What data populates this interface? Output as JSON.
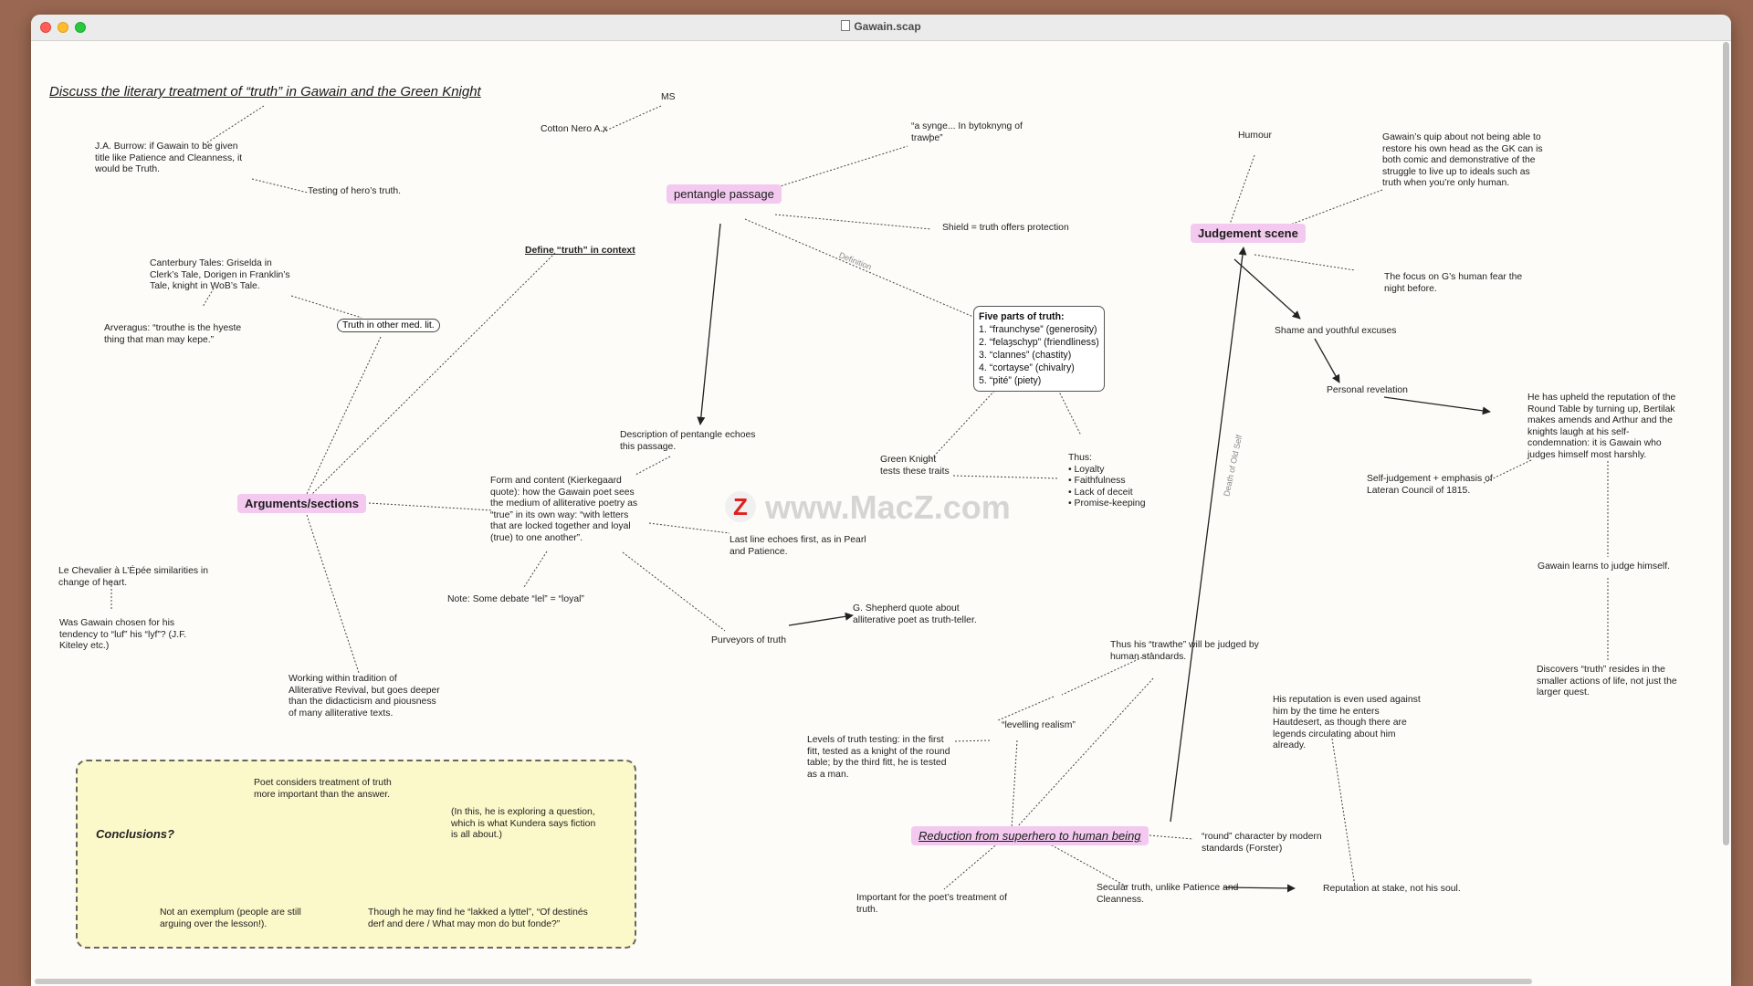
{
  "window": {
    "title": "Gawain.scap"
  },
  "question": "Discuss the literary treatment of “truth” in Gawain and the Green Knight",
  "hubs": {
    "pentangle": "pentangle passage",
    "judgement": "Judgement scene",
    "arguments": "Arguments/sections",
    "reduction": "Reduction from superhero to human being"
  },
  "define_truth": "Define “truth” in context",
  "truth_other": "Truth in other med. lit.",
  "definition_label": "Definition",
  "death_label": "Death of Old Self",
  "five_parts": {
    "title": "Five parts of truth:",
    "items": [
      "1. “fraunchyse” (generosity)",
      "2. “felaȝschyp” (friendliness)",
      "3. “clannes” (chastity)",
      "4. “cortayse” (chivalry)",
      "5. “pité” (piety)"
    ]
  },
  "nodes": {
    "ms": "MS",
    "cotton": "Cotton Nero A.x",
    "burrow": [
      "J.A. Burrow: if Gawain to be given",
      "title like Patience and Cleanness, it",
      "would be Truth."
    ],
    "testing": "Testing of hero’s truth.",
    "synge": [
      "“a synge... In bytoknyng of",
      "trawþe”"
    ],
    "shield": "Shield = truth offers protection",
    "canterbury": [
      "Canterbury Tales: Griselda in",
      "Clerk’s Tale, Dorigen in Franklin’s",
      "Tale, knight in WoB’s Tale."
    ],
    "arveragus": [
      "Arveragus: “trouthe is the hyeste",
      "thing that man may kepe.”"
    ],
    "description": [
      "Description of pentangle echoes",
      "this passage."
    ],
    "form_content": [
      "Form and content (Kierkegaard",
      "quote): how the Gawain poet sees",
      "the medium of alliterative poetry as",
      "“true” in its own way: “with letters",
      "that are locked together and loyal",
      "(true) to one another”."
    ],
    "last_line": [
      "Last line echoes first, as in Pearl",
      "and Patience."
    ],
    "debate": "Note: Some debate “lel” = “loyal”",
    "purveyors": "Purveyors of truth",
    "shepherd": [
      "G. Shepherd quote about",
      "alliterative poet as truth-teller."
    ],
    "chevalier": [
      "Le Chevalier à L’Épée similarities in",
      "change of heart."
    ],
    "gawain_chosen": [
      "Was Gawain chosen for his",
      "tendency to “luf” his “lyf”? (J.F.",
      "Kiteley etc.)"
    ],
    "working": [
      "Working within tradition of",
      "Alliterative Revival, but goes deeper",
      "than the didacticism and piousness",
      "of many alliterative texts."
    ],
    "green_knight": [
      "Green Knight",
      "tests these traits"
    ],
    "thus": [
      "Thus:",
      "• Loyalty",
      "• Faithfulness",
      "• Lack of deceit",
      "• Promise-keeping"
    ],
    "humour": "Humour",
    "quip": [
      "Gawain’s quip about not being able to",
      "restore his own head as the GK can is",
      "both comic and demonstrative of the",
      "struggle to live up to ideals such as",
      "truth when you’re only human."
    ],
    "focus": [
      "The focus on G’s human fear the",
      "night before."
    ],
    "shame": "Shame and youthful excuses",
    "personal": "Personal revelation",
    "upheld": [
      "He has upheld the reputation of the",
      "Round Table by turning up, Bertilak",
      "makes amends and Arthur and the",
      "knights laugh at his self-",
      "condemnation: it is Gawain who",
      "judges himself most harshly."
    ],
    "self_judgement": [
      "Self-judgement + emphasis of",
      "Lateran Council of 1815."
    ],
    "learns": "Gawain learns to judge himself.",
    "discovers": [
      "Discovers “truth” resides in the",
      "smaller actions of life, not just the",
      "larger quest."
    ],
    "trawthe": [
      "Thus his “trawthe” will be judged by",
      "human standards."
    ],
    "levelling": "“levelling realism”",
    "levels": [
      "Levels of truth testing: in the first",
      "fitt, tested as a knight of the round",
      "table; by the third fitt, he is tested",
      "as a man."
    ],
    "reputation_used": [
      "His reputation is even used against",
      "him by the time he enters",
      "Hautdesert, as though there are",
      "legends circulating about him",
      "already."
    ],
    "round": [
      "“round” character by modern",
      "standards (Forster)"
    ],
    "important": [
      "Important for the poet’s treatment of",
      "truth."
    ],
    "secular": [
      "Secular truth, unlike Patience and",
      "Cleanness."
    ],
    "reputation_stake": "Reputation at stake, not his soul."
  },
  "conclusions": {
    "label": "Conclusions?",
    "poet": [
      "Poet considers treatment of truth",
      "more important than the answer."
    ],
    "kundera": [
      "(In this, he is exploring a question,",
      "which is what Kundera says fiction",
      "is all about.)"
    ],
    "exemplum": [
      "Not an exemplum (people are still",
      "arguing over the lesson!)."
    ],
    "though": [
      "Though he may find he “lakked a lyttel”, “Of destinés",
      "derf and dere / What may mon do but fonde?”"
    ]
  },
  "watermark": {
    "badge": "Z",
    "text": "www.MacZ.com"
  },
  "colors": {
    "hub": "#f3c9ef",
    "conclusions_bg": "#fbf8c9",
    "window_bg": "#fdfcf8",
    "desktop": "#9a6852"
  }
}
